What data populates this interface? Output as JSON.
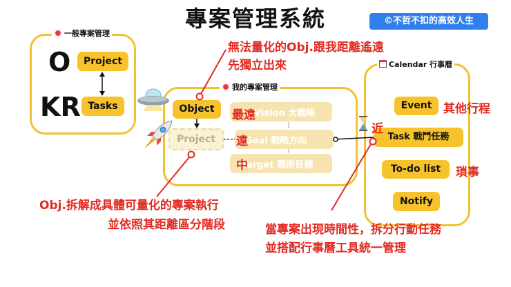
{
  "title": "專案管理系統",
  "credit": "©不哲不扣的高效人生",
  "okr": {
    "header": "一般專案管理",
    "o_label": "O",
    "kr_label": "KR",
    "project": "Project",
    "tasks": "Tasks"
  },
  "my_project": {
    "header": "我的專案管理",
    "object": "Object",
    "project": "Project",
    "vision": "Vision 大戰略",
    "goal": "Goal 戰略方向",
    "target": "Target 戰術目標",
    "far_top": "最遠",
    "far": "遠",
    "mid": "中",
    "near": "近"
  },
  "calendar": {
    "header": "Calendar 行事曆",
    "event": "Event",
    "task": "Task 戰鬥任務",
    "todo": "To-do list",
    "notify": "Notify",
    "event_note": "其他行程",
    "todo_note": "瑣事"
  },
  "annotations": {
    "top_line1": "無法量化的Obj.跟我距離遙遠",
    "top_line2": "先獨立出來",
    "left_line1": "Obj.拆解成具體可量化的專案執行",
    "left_line2": "並依照其距離區分階段",
    "right_line1": "當專案出現時間性，拆分行動任務",
    "right_line2": "並搭配行事曆工具統一管理"
  },
  "colors": {
    "accent": "#f6c32c",
    "annotation": "#e22a22",
    "credit_bg": "#2f80ed"
  }
}
